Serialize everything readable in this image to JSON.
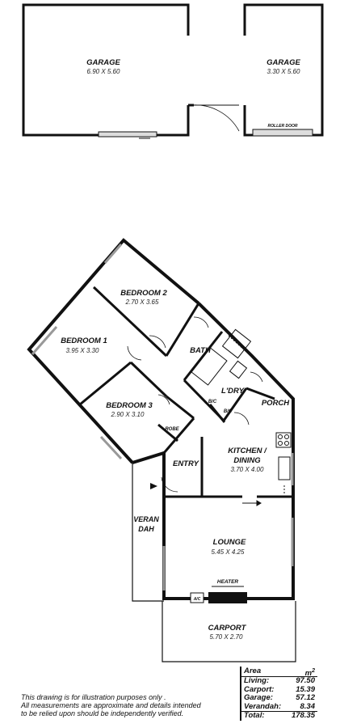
{
  "rooms": {
    "garage1": {
      "name": "GARAGE",
      "dims": "6.90 X 5.60"
    },
    "garage2": {
      "name": "GARAGE",
      "dims": "3.30 X 5.60"
    },
    "roller_door": "ROLLER DOOR",
    "bedroom2": {
      "name": "BEDROOM 2",
      "dims": "2.70 X 3.65"
    },
    "bedroom1": {
      "name": "BEDROOM 1",
      "dims": "3.95 X 3.30"
    },
    "bedroom3": {
      "name": "BEDROOM 3",
      "dims": "2.90 X 3.10"
    },
    "bath": {
      "name": "BATH"
    },
    "laundry": {
      "name": "L'DRY"
    },
    "bic1": "B/C",
    "bic2": "B/C",
    "robe": "ROBE",
    "porch": {
      "name": "PORCH"
    },
    "kitchen": {
      "name_line1": "KITCHEN /",
      "name_line2": "DINING",
      "dims": "3.70 X 4.00"
    },
    "entry": {
      "name": "ENTRY"
    },
    "verandah": {
      "name_line1": "VERAN",
      "name_line2": "DAH"
    },
    "lounge": {
      "name": "LOUNGE",
      "dims": "5.45 X 4.25"
    },
    "heater": "HEATER",
    "ac": "A/C",
    "carport": {
      "name": "CARPORT",
      "dims": "5.70 X 2.70"
    }
  },
  "disclaimer": [
    "This drawing is for illustration purposes only .",
    "All measurements are approximate and details intended",
    "to be relied upon should be independently verified."
  ],
  "area_table": {
    "header": "Area",
    "unit": "m",
    "unit_sup": "2",
    "rows": [
      {
        "label": "Living:",
        "value": "97.50"
      },
      {
        "label": "Carport:",
        "value": "15.39"
      },
      {
        "label": "Garage:",
        "value": "57.12"
      },
      {
        "label": "Verandah:",
        "value": "8.34"
      }
    ],
    "total": {
      "label": "Total:",
      "value": "178.35"
    }
  }
}
